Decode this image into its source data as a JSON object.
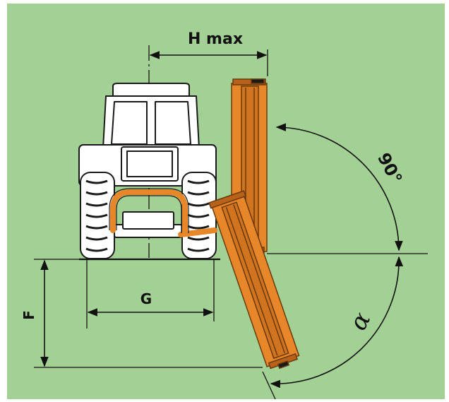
{
  "diagram": {
    "labels": {
      "h_max": "H max",
      "angle_90": "90°",
      "g": "G",
      "f": "F",
      "alpha": "α"
    },
    "colors": {
      "background": "#a3d195",
      "tractor_fill": "#ffffff",
      "tractor_stroke": "#1a1a1a",
      "mower": "#e8862a",
      "mower_dark": "#b8611a",
      "dimension_line": "#111111"
    },
    "icons": [
      "tractor-rear-view",
      "flail-mower-arm-vertical",
      "flail-mower-arm-angled"
    ]
  }
}
